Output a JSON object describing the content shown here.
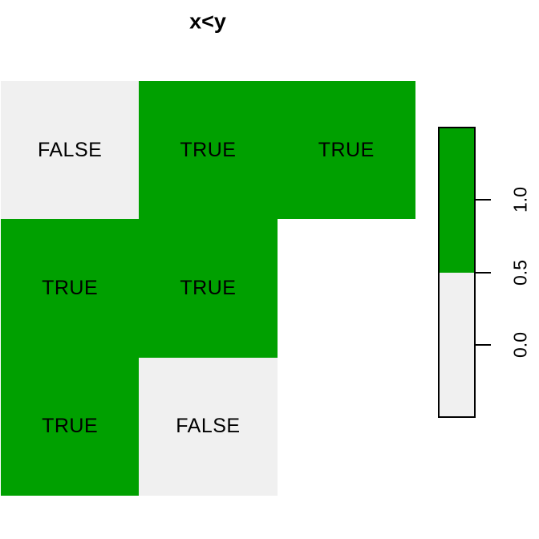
{
  "title": "x<y",
  "colors": {
    "true_fill": "#00A000",
    "false_fill": "#F0F0F0",
    "na_fill": "#FFFFFF",
    "text": "#000000",
    "legend_border": "#000000",
    "background": "#FFFFFF"
  },
  "chart_data": {
    "type": "heatmap",
    "title": "x<y",
    "n_rows": 3,
    "n_cols": 3,
    "rows": [
      [
        "FALSE",
        "TRUE",
        "TRUE"
      ],
      [
        "TRUE",
        "TRUE",
        null
      ],
      [
        "TRUE",
        "FALSE",
        null
      ]
    ],
    "values": [
      [
        0,
        1,
        1
      ],
      [
        1,
        1,
        null
      ],
      [
        1,
        0,
        null
      ]
    ],
    "cell_labels_shown": true,
    "grid": "off",
    "legend": {
      "position": "right",
      "orientation": "vertical",
      "range": [
        -0.5,
        1.5
      ],
      "ticks": [
        "1.0",
        "0.5",
        "0.0"
      ],
      "tick_values": [
        1.0,
        0.5,
        0.0
      ],
      "segments": [
        {
          "label": "TRUE",
          "color": "#00A000",
          "from": 0.5,
          "to": 1.5
        },
        {
          "label": "FALSE",
          "color": "#F0F0F0",
          "from": -0.5,
          "to": 0.5
        }
      ]
    }
  }
}
